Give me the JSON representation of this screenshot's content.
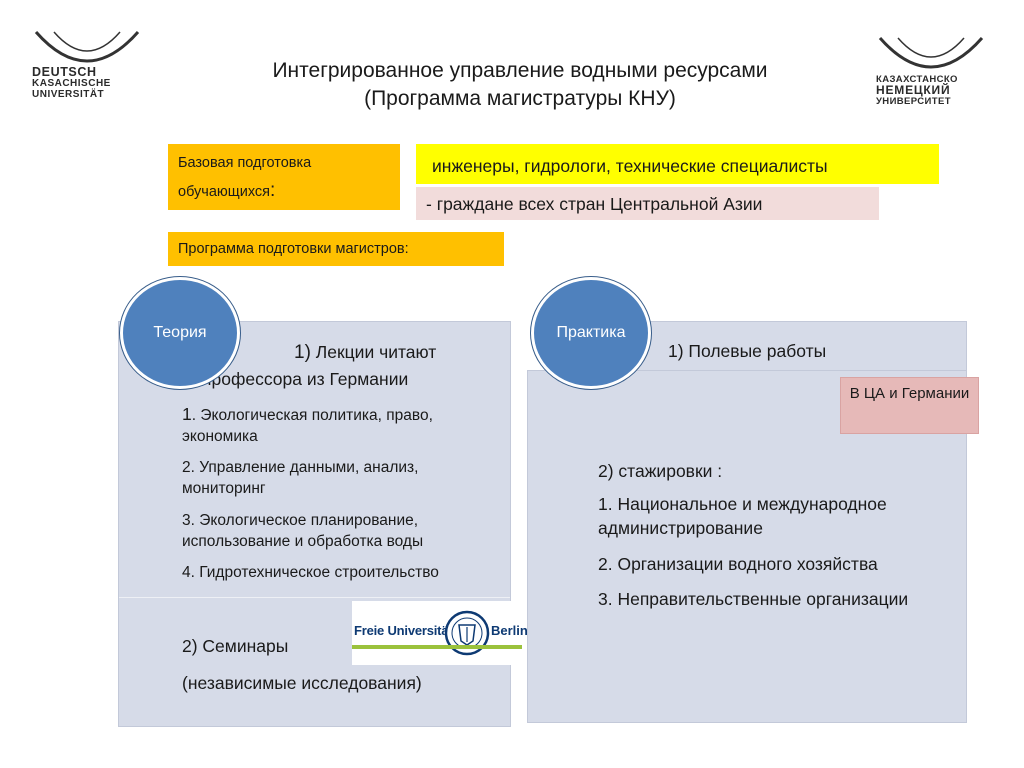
{
  "logos": {
    "left": {
      "line1": "DEUTSCH",
      "line2": "KASACHISCHE",
      "line3": "UNIVERSITÄT"
    },
    "right": {
      "line1": "КАЗАХСТАНСКО",
      "line2": "НЕМЕЦКИЙ",
      "line3": "УНИВЕРСИТЕТ"
    },
    "fu": {
      "left": "Freie Universität",
      "right": "Berlin"
    }
  },
  "title": {
    "line1": "Интегрированное управление водными ресурсами",
    "line2": "(Программа магистратуры КНУ)"
  },
  "boxes": {
    "base_line1": "Базовая подготовка",
    "base_line2": "обучающихся",
    "base_colon": ":",
    "engineers": "инженеры, гидрологи, технические специалисты",
    "citizens": "- граждане всех стран Центральной Азии",
    "program": "Программа подготовки магистров:"
  },
  "theory": {
    "circle": "Теория",
    "lectures_num": "1)",
    "lectures_line1": " Лекции читают",
    "lectures_line2": "профессора из Германии",
    "item1_num": "1",
    "item1": ". Экологическая политика, право, экономика",
    "item2": "2. Управление данными, анализ, мониторинг",
    "item3": "3. Экологическое планирование, использование и обработка воды",
    "item4": "4. Гидротехническое строительство",
    "seminars": "2) Семинары",
    "independent": "(независимые исследования)"
  },
  "practice": {
    "circle": "Практика",
    "field": "1) Полевые работы",
    "where": "В ЦА и Германии",
    "internships": "2) стажировки :",
    "item1": "1. Национальное и международное администрирование",
    "item2": "2. Организации водного хозяйства",
    "item3": "3. Неправительственные организации"
  },
  "colors": {
    "orange": "#ffc000",
    "yellow": "#ffff00",
    "pink": "#f2dcdb",
    "rose": "#e6b9b8",
    "panel": "#d6dbe8",
    "circle": "#4f81bd"
  }
}
